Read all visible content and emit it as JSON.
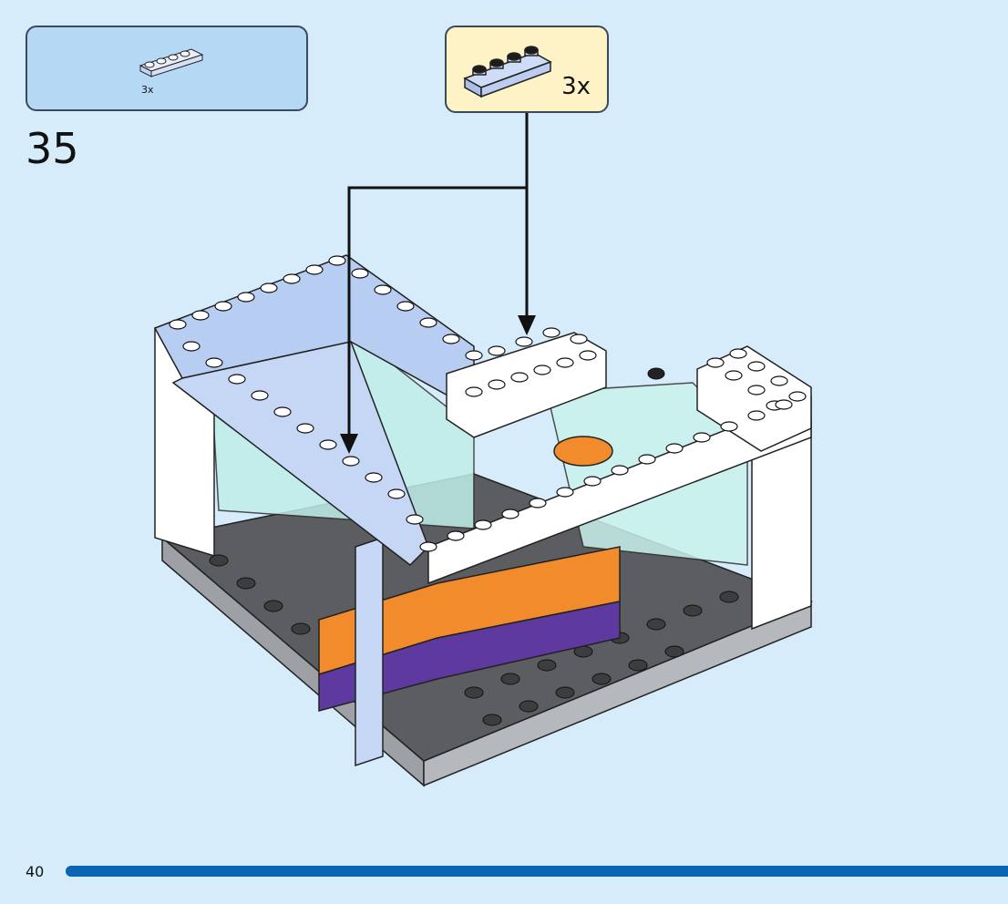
{
  "parts_summary": {
    "quantity": "3x"
  },
  "callout": {
    "quantity": "3x"
  },
  "step": {
    "number": "35"
  },
  "footer": {
    "page_number": "40"
  },
  "colors": {
    "background": "#d6ecfb",
    "parts_box": "#b5d8f4",
    "callout_box": "#fdf3c6",
    "brick_blue": "#b7cdf2",
    "progress": "#0a64b4"
  },
  "icons": [
    "brick-1x4-icon",
    "arrow-down-icon"
  ]
}
